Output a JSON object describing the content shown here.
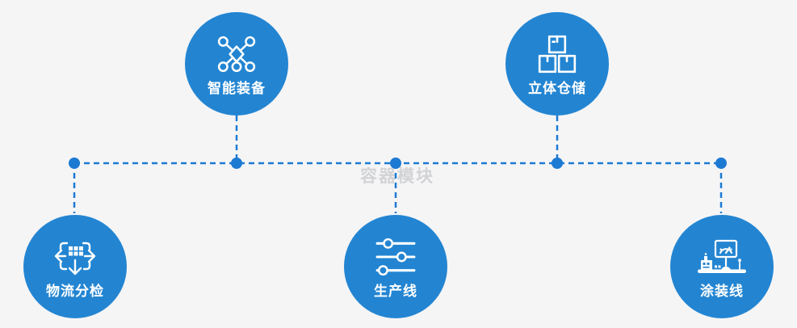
{
  "watermark": "容器模块",
  "colors": {
    "background": "#f5f5f6",
    "node_fill": "#2385d2",
    "connector": "#1d7ad2",
    "label_text": "#ffffff",
    "watermark_text": "#d2d3d5"
  },
  "nodes": [
    {
      "label": "智能装备",
      "icon": "network-nodes-icon"
    },
    {
      "label": "立体仓储",
      "icon": "stacked-boxes-icon"
    },
    {
      "label": "物流分检",
      "icon": "dispatch-arrows-icon"
    },
    {
      "label": "生产线",
      "icon": "sliders-icon"
    },
    {
      "label": "涂装线",
      "icon": "control-station-icon"
    }
  ]
}
